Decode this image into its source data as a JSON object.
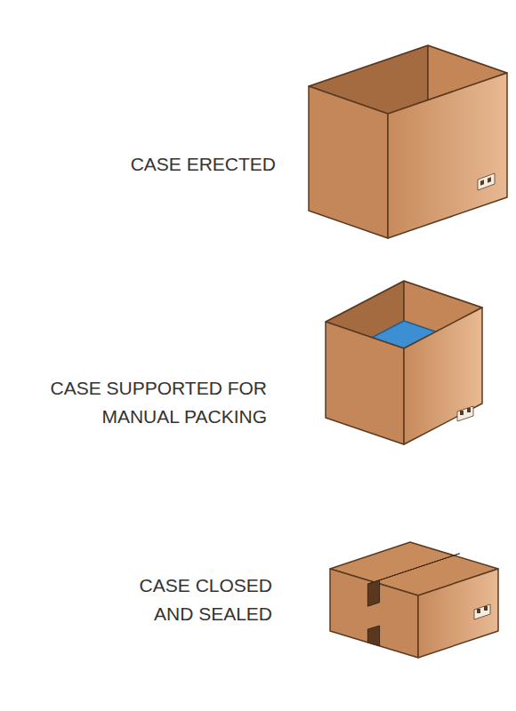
{
  "diagram": {
    "labels": [
      "CASE ERECTED",
      "CASE SUPPORTED FOR MANUAL PACKING",
      "CASE CLOSED AND SEALED"
    ]
  }
}
